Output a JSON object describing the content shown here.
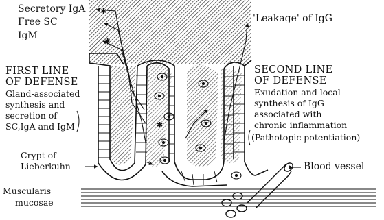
{
  "labels": {
    "secretory_iga": "Secretory IgA",
    "free_sc": "Free SC",
    "igm": "IgM",
    "leakage_igg": "'Leakage' of IgG",
    "first_line_1": "FIRST LINE",
    "first_line_2": "OF DEFENSE",
    "first_desc_1": "Gland-associated",
    "first_desc_2": "synthesis and",
    "first_desc_3": "secretion of",
    "first_desc_4": "SC,IgA and IgM",
    "second_line_1": "SECOND LINE",
    "second_line_2": "OF DEFENSE",
    "second_desc_1": "Exudation and local",
    "second_desc_2": "synthesis of IgG",
    "second_desc_3": "associated with",
    "second_desc_4": "chronic inflammation",
    "second_desc_5": "(Pathotopic potentiation)",
    "crypt_1": "Crypt of",
    "crypt_2": "Lieberkuhn",
    "blood_vessel": "Blood vessel",
    "muscularis_1": "Muscularis",
    "muscularis_2": "mucosae"
  }
}
